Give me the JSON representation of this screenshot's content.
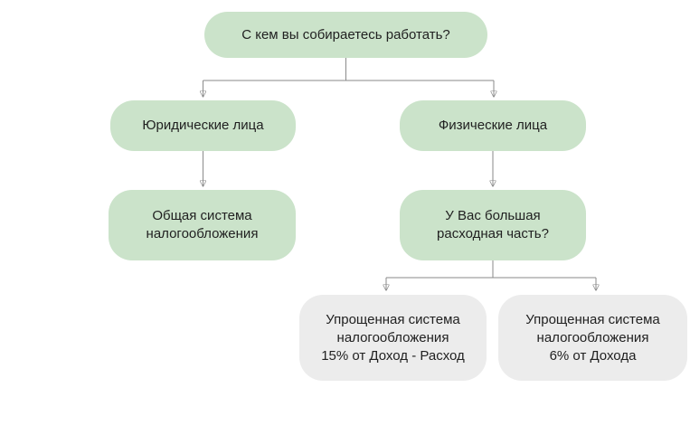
{
  "colors": {
    "canvas_bg": "#ffffff",
    "question_node": "#cbe3ca",
    "result_node": "#ececec",
    "connector": "#8a8a8a",
    "text": "#212121"
  },
  "diagram": {
    "type": "flowchart",
    "nodes": [
      {
        "id": "root-question",
        "label": "С кем вы собираетесь работать?",
        "style": "green"
      },
      {
        "id": "legal-entities",
        "label": "Юридические лица",
        "style": "green"
      },
      {
        "id": "individuals",
        "label": "Физические лица",
        "style": "green"
      },
      {
        "id": "general-taxation",
        "label": "Общая система\nналогообложения",
        "style": "green"
      },
      {
        "id": "big-expenses-question",
        "label": "У Вас большая\nрасходная часть?",
        "style": "green"
      },
      {
        "id": "usn-15-percent",
        "label": "Упрощенная система\nналогообложения\n15% от Доход - Расход",
        "style": "gray"
      },
      {
        "id": "usn-6-percent",
        "label": "Упрощенная система\nналогообложения\n6% от Дохода",
        "style": "gray"
      }
    ],
    "edges": [
      {
        "from": "root-question",
        "to": "legal-entities"
      },
      {
        "from": "root-question",
        "to": "individuals"
      },
      {
        "from": "legal-entities",
        "to": "general-taxation"
      },
      {
        "from": "individuals",
        "to": "big-expenses-question"
      },
      {
        "from": "big-expenses-question",
        "to": "usn-15-percent"
      },
      {
        "from": "big-expenses-question",
        "to": "usn-6-percent"
      }
    ]
  }
}
